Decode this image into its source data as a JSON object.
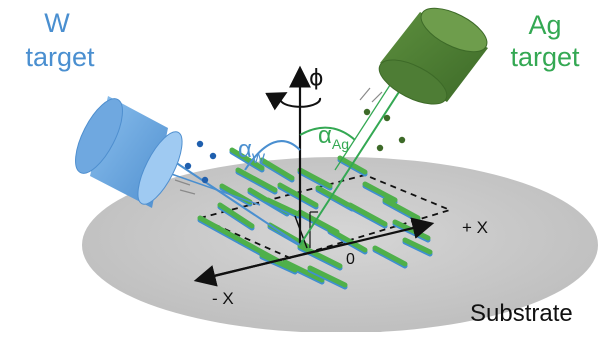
{
  "labels": {
    "w_target": [
      "W",
      "target"
    ],
    "ag_target": [
      "Ag",
      "target"
    ],
    "phi": "ϕ",
    "alpha_symbol": "α",
    "alpha_w_sub": "W",
    "alpha_ag_sub": "Ag",
    "plus_x": "+ X",
    "minus_x": "- X",
    "origin": "0",
    "substrate": "Substrate"
  },
  "colors": {
    "w_accent": "#4a8fd0",
    "ag_accent": "#34a853",
    "substrate": "#c8c8c8",
    "w_cylinder": "#6fa8e0",
    "ag_cylinder": "#4e7d35",
    "nanostructure_green": "#4fb04a",
    "nanostructure_blue": "#3f8fcf"
  }
}
